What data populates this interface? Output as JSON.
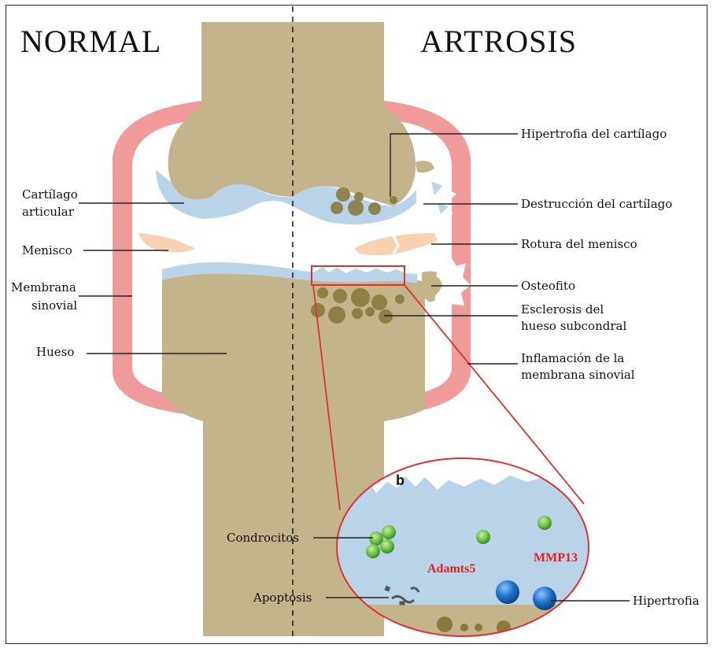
{
  "titles": {
    "normal": "NORMAL",
    "artrosis": "ARTROSIS"
  },
  "left_labels": {
    "cartilago_line1": "Cartílago",
    "cartilago_line2": "articular",
    "menisco": "Menisco",
    "membrana_line1": "Membrana",
    "membrana_line2": "sinovial",
    "hueso": "Hueso"
  },
  "right_labels": {
    "hipertrofia_cartilago": "Hipertrofia del cartílago",
    "destruccion_cartilago": "Destrucción del cartílago",
    "rotura_menisco": "Rotura del menisco",
    "osteofito": "Osteofito",
    "esclerosis_line1": "Esclerosis del",
    "esclerosis_line2": "hueso subcondral",
    "inflamacion_line1": "Inflamación de la",
    "inflamacion_line2": "membrana sinovial"
  },
  "inset": {
    "panel_letter": "b",
    "condrocitos": "Condrocitos",
    "apoptosis": "Apoptosis",
    "hipertrofia": "Hipertrofia",
    "adamts5": "Adamts5",
    "mmp13": "MMP13"
  },
  "colors": {
    "bone": "#c4b48c",
    "cartilage": "#b9d3e9",
    "synovial_membrane": "#f09a9a",
    "meniscus": "#f8d2b0",
    "sclerosis_spots": "#8a7a3e",
    "inset_border": "#e03030",
    "chondrocyte": "#6cc048",
    "hypertrophic_cell": "#1f6fc8",
    "emphasis_text": "#e02020"
  }
}
